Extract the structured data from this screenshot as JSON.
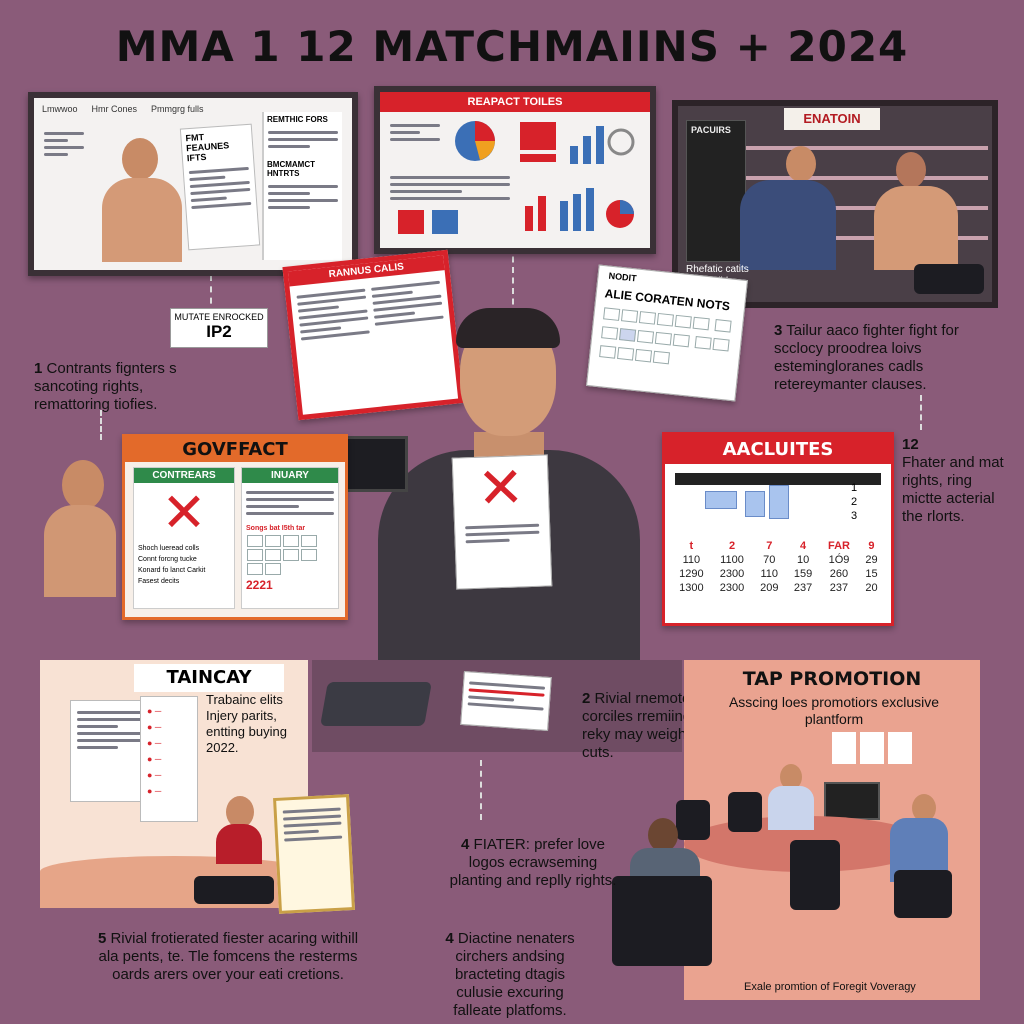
{
  "title": "MMA 1 12 MATCHMAIINS  +  2024",
  "panels": {
    "top_left": {
      "tabs": [
        "Lmwwoo",
        "Hmr Cones",
        "Pmmgrg fulls"
      ],
      "paper_title": "FMT FEAUNES IFTS",
      "side_title": "REMTHIC FORS",
      "side_title2": "BMCMAMCT HNTRTS"
    },
    "top_center": {
      "header": "REAPACT TOILES"
    },
    "top_right": {
      "badge": "ENATOIN",
      "sign": "PACUIRS",
      "caption": "Rhefatic catits Porrectiidy"
    },
    "rankings_card": {
      "title": "RANNUS CALIS"
    },
    "notes_card": {
      "top": "NODIT",
      "title": "ALIE CORATEN NOTS"
    },
    "ip_tag": {
      "small": "MUTATE ENROCKED",
      "big": "IP2"
    },
    "contract": {
      "header": "GOVFFACT",
      "left_tab": "CONTREARS",
      "right_tab": "INUARY",
      "list": [
        "Shoch lueread colls",
        "Connt forcng tucke",
        "Konard fo lanct Carkit",
        "Fasest decits"
      ],
      "cal_title": "Songs bat I5th tar",
      "cal_foot": "2221"
    },
    "acclutes": {
      "header": "AACLUITES",
      "cols": [
        "1",
        "",
        "",
        "",
        "",
        "",
        "2"
      ],
      "row_head": [
        "",
        "",
        "",
        "",
        "",
        "",
        "3"
      ],
      "table_head": [
        "t",
        "2",
        "7",
        "4",
        "FAR",
        "9"
      ],
      "rows": [
        [
          "110",
          "1100",
          "70",
          "10",
          "1Ó9",
          "29"
        ],
        [
          "1290",
          "2300",
          "110",
          "159",
          "260",
          "15"
        ],
        [
          "1300",
          "2300",
          "209",
          "237",
          "237",
          "20"
        ]
      ]
    },
    "taincay": {
      "header": "TAINCAY",
      "text": "Trabainc elits Injery parits, entting buying 2022."
    },
    "tap": {
      "header": "TAP PROMOTION",
      "text": "Asscing loes promotiors exclusive plantform",
      "caption": "Exale promtion of Foregit Voveragy"
    }
  },
  "annotations": [
    {
      "num": "1",
      "text": "Contrants fignters s sancoting rights, remattoring tiofies."
    },
    {
      "num": "3",
      "text": "Tailur aaco fighter fight for scclocy proodrea loivs estemingloranes cadls retereymanter clauses."
    },
    {
      "num": "12",
      "text": "Fhater and mat rights, ring mictte acterial the rlorts."
    },
    {
      "num": "2",
      "text": "Rivial rnemoters corciles rremiing reky may weight cuts."
    },
    {
      "num": "4",
      "text": "FIATER: prefer love logos ecrawseming planting and replly rights."
    },
    {
      "num": "5",
      "text": "Rivial frotierated fiester acaring withill ala pents, te. Tle fomcens the resterms oards arers over your eati cretions."
    },
    {
      "num": "4",
      "text": "Diactine nenaters circhers andsing bracteting dtagis culusie excuring falleate platfoms."
    }
  ],
  "colors": {
    "background": "#8a5b79",
    "accent_red": "#d7222a",
    "accent_green": "#2f8a4a",
    "accent_orange": "#e36a2a"
  }
}
